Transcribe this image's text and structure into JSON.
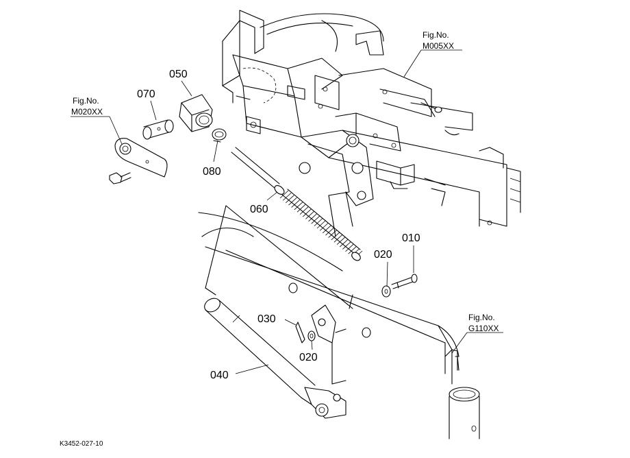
{
  "parts": [
    {
      "id": "part-010",
      "number": "010"
    },
    {
      "id": "part-020a",
      "number": "020"
    },
    {
      "id": "part-020b",
      "number": "020"
    },
    {
      "id": "part-030",
      "number": "030"
    },
    {
      "id": "part-040",
      "number": "040"
    },
    {
      "id": "part-050",
      "number": "050"
    },
    {
      "id": "part-060",
      "number": "060"
    },
    {
      "id": "part-070",
      "number": "070"
    },
    {
      "id": "part-080",
      "number": "080"
    }
  ],
  "references": [
    {
      "prefix": "Fig.No.",
      "code": "M005XX"
    },
    {
      "prefix": "Fig.No.",
      "code": "M020XX"
    },
    {
      "prefix": "Fig.No.",
      "code": "G110XX"
    }
  ],
  "drawing_code": "K3452-027-10"
}
